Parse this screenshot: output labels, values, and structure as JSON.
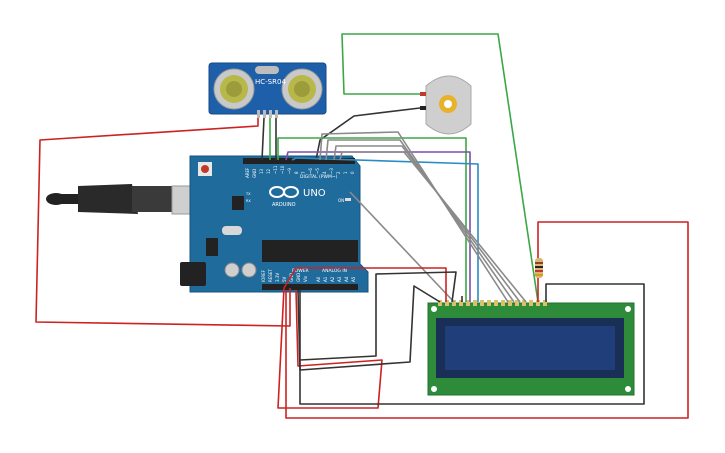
{
  "sensor": {
    "model_label": "HC-SR04"
  },
  "arduino": {
    "brand_label": "ARDUINO",
    "model_label": "UNO",
    "digital_label": "DIGITAL (PWM~)",
    "power_label": "POWER",
    "analog_label": "ANALOG IN",
    "aref_label": "AREF",
    "gnd_label": "GND",
    "on_label": "ON",
    "tx_label": "TX",
    "rx_label": "RX",
    "digital_pins": [
      "13",
      "12",
      "~11",
      "~10",
      "~9",
      "8",
      "7",
      "~6",
      "~5",
      "4",
      "~3",
      "2",
      "1",
      "0"
    ],
    "power_pins": [
      "IOREF",
      "RESET",
      "3.3V",
      "5V",
      "GND",
      "GND",
      "Vin"
    ],
    "analog_pins": [
      "A0",
      "A1",
      "A2",
      "A3",
      "A4",
      "A5"
    ]
  },
  "lcd": {
    "pin_count": 16
  },
  "colors": {
    "wire_red": "#cc2222",
    "wire_black": "#333333",
    "wire_green": "#3aa845",
    "wire_purple": "#7b4fa8",
    "wire_blue": "#2a8cc4",
    "wire_gray": "#8a8a8a",
    "board_blue": "#1f6b9c",
    "sensor_blue": "#1d5fa8",
    "lcd_green": "#2e8b3a",
    "lcd_screen": "#1f3e7a"
  },
  "icons": [
    "usb-cable-icon",
    "arduino-infinity-logo-icon",
    "dc-motor-icon",
    "resistor-icon"
  ]
}
